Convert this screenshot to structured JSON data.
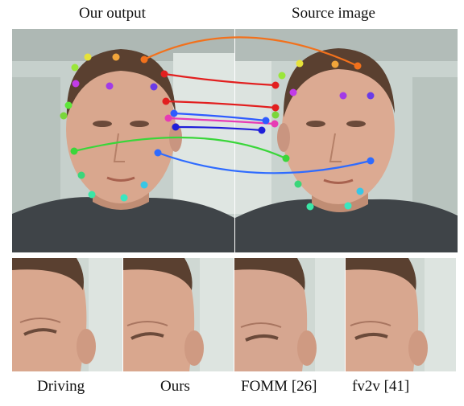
{
  "figure": {
    "top_labels": [
      "Our output",
      "Source image"
    ],
    "bottom_labels": [
      "Driving",
      "Ours",
      "FOMM [26]",
      "fv2v [41]"
    ],
    "colors": {
      "background_window": "#c9d3d0",
      "shirt": "#3f4448",
      "hair": "#5a4030",
      "skin": "#d9a78e",
      "skin_shadow": "#b88570"
    },
    "keypoint_colors": [
      "#f2711c",
      "#e21f1f",
      "#2e5bff",
      "#1f1fd9",
      "#e73bb4",
      "#a23be7",
      "#3ad63a",
      "#9ae63a",
      "#e6e23a",
      "#f2a53a",
      "#3ae6a5",
      "#38c6e6"
    ]
  }
}
